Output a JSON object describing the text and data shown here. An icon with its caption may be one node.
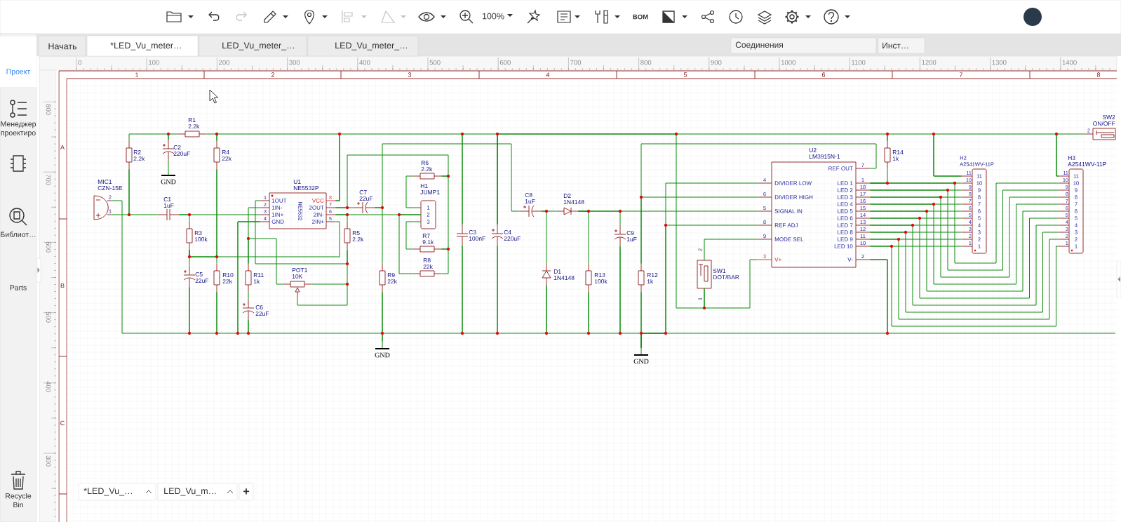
{
  "diagram": {
    "nodes": [
      {
        "text": [
          "MIC1",
          "CZN-15E",
          "2",
          "1"
        ]
      },
      {
        "text": [
          "R2",
          "2.2k"
        ]
      },
      {
        "text": [
          "C2",
          "220uF"
        ]
      },
      {
        "text": [
          "GND"
        ]
      },
      {
        "text": [
          "R1",
          "2.2k"
        ]
      },
      {
        "text": [
          "R4",
          "22k"
        ]
      },
      {
        "text": [
          "C1",
          "1uF"
        ]
      },
      {
        "text": [
          "R3",
          "100k"
        ]
      },
      {
        "text": [
          "C5",
          "22uF"
        ]
      },
      {
        "text": [
          "R10",
          "22k"
        ]
      },
      {
        "text": [
          "U1",
          "NE5532P",
          "NE5532",
          "1",
          "2",
          "3",
          "4",
          "8",
          "7",
          "6",
          "5",
          "1OUT",
          "1IN-",
          "1IN+",
          "GND",
          "VCC",
          "2OUT",
          "2IN-",
          "2IN+"
        ]
      },
      {
        "text": [
          "R11",
          "1k"
        ]
      },
      {
        "text": [
          "C6",
          "22uF"
        ]
      },
      {
        "text": [
          "POT1",
          "10K"
        ]
      },
      {
        "text": [
          "R5",
          "2.2k"
        ]
      },
      {
        "text": [
          "C7",
          "22uF"
        ]
      },
      {
        "text": [
          "R9",
          "22k"
        ]
      },
      {
        "text": [
          "GND"
        ]
      },
      {
        "text": [
          "R6",
          "2.2k"
        ]
      },
      {
        "text": [
          "H1",
          "JUMP1",
          "1",
          "2",
          "3"
        ]
      },
      {
        "text": [
          "R7",
          "9.1k"
        ]
      },
      {
        "text": [
          "R8",
          "22k"
        ]
      },
      {
        "text": [
          "C3",
          "100nF"
        ]
      },
      {
        "text": [
          "C4",
          "220uF"
        ]
      },
      {
        "text": [
          "C8",
          "1uF"
        ]
      },
      {
        "text": [
          "D2",
          "1N4148"
        ]
      },
      {
        "text": [
          "D1",
          "1N4148"
        ]
      },
      {
        "text": [
          "R13",
          "100k"
        ]
      },
      {
        "text": [
          "C9",
          "1uF"
        ]
      },
      {
        "text": [
          "R12",
          "1k"
        ]
      },
      {
        "text": [
          "GND"
        ]
      },
      {
        "text": [
          "SW1",
          "DOT/BAR",
          "2",
          "1"
        ]
      },
      {
        "text": [
          "U2",
          "LM3915N-1",
          "REF OUT",
          "DIVIDER LOW",
          "DIVIDER HIGH",
          "SIGNAL IN",
          "REF ADJ",
          "MODE SEL",
          "LED 1",
          "LED 2",
          "LED 3",
          "LED 4",
          "LED 5",
          "LED 6",
          "LED 7",
          "LED 8",
          "LED 9",
          "LED 10",
          "V+",
          "V-",
          "7",
          "1",
          "18",
          "17",
          "16",
          "15",
          "14",
          "13",
          "12",
          "11",
          "10",
          "2",
          "4",
          "6",
          "5",
          "8",
          "9",
          "3"
        ]
      },
      {
        "text": [
          "R14",
          "1k"
        ]
      },
      {
        "text": [
          "H2",
          "A2541WV-11P",
          "11",
          "10",
          "9",
          "8",
          "7",
          "6",
          "5",
          "4",
          "3",
          "2",
          "1",
          "11",
          "10",
          "9",
          "8",
          "7",
          "6",
          "5",
          "4",
          "3",
          "2",
          "1"
        ]
      },
      {
        "text": [
          "H3",
          "A2541WV-11P",
          "11",
          "10",
          "9",
          "8",
          "7",
          "6",
          "5",
          "4",
          "3",
          "2",
          "1",
          "11",
          "10",
          "9",
          "8",
          "7",
          "6",
          "5",
          "4",
          "3",
          "2",
          "1"
        ]
      },
      {
        "text": [
          "SW2",
          "ON/OFF",
          "2"
        ]
      }
    ],
    "edges": [
      {
        "from": 0,
        "to": 1,
        "arrow": "none"
      },
      {
        "from": 1,
        "to": 6,
        "arrow": "none"
      },
      {
        "from": 0,
        "to": 8,
        "arrow": "none"
      },
      {
        "from": 1,
        "to": 2,
        "arrow": "none"
      },
      {
        "from": 2,
        "to": 3,
        "arrow": "none"
      },
      {
        "from": 2,
        "to": 4,
        "arrow": "none"
      },
      {
        "from": 4,
        "to": 5,
        "arrow": "none"
      },
      {
        "from": 5,
        "to": 10,
        "arrow": "none"
      },
      {
        "from": 6,
        "to": 7,
        "arrow": "none"
      },
      {
        "from": 6,
        "to": 10,
        "arrow": "none"
      },
      {
        "from": 7,
        "to": 8,
        "arrow": "none"
      },
      {
        "from": 7,
        "to": 5,
        "arrow": "none"
      },
      {
        "from": 5,
        "to": 9,
        "arrow": "none"
      },
      {
        "from": 7,
        "to": 10,
        "arrow": "none"
      },
      {
        "from": 8,
        "to": 9,
        "arrow": "none"
      },
      {
        "from": 9,
        "to": 10,
        "arrow": "none"
      },
      {
        "from": 10,
        "to": 12,
        "arrow": "none"
      },
      {
        "from": 10,
        "to": 11,
        "arrow": "none"
      },
      {
        "from": 11,
        "to": 12,
        "arrow": "none"
      },
      {
        "from": 11,
        "to": 13,
        "arrow": "none"
      },
      {
        "from": 10,
        "to": 14,
        "arrow": "none"
      },
      {
        "from": 14,
        "to": 13,
        "arrow": "none"
      },
      {
        "from": 10,
        "to": 15,
        "arrow": "none"
      },
      {
        "from": 10,
        "to": 14,
        "arrow": "none"
      },
      {
        "from": 10,
        "to": 18,
        "arrow": "none"
      },
      {
        "from": 10,
        "to": 19,
        "arrow": "none"
      },
      {
        "from": 19,
        "to": 18,
        "arrow": "none"
      },
      {
        "from": 19,
        "to": 20,
        "arrow": "none"
      },
      {
        "from": 19,
        "to": 21,
        "arrow": "none"
      },
      {
        "from": 18,
        "to": 20,
        "arrow": "none"
      },
      {
        "from": 20,
        "to": 21,
        "arrow": "none"
      },
      {
        "from": 15,
        "to": 16,
        "arrow": "none"
      },
      {
        "from": 15,
        "to": 24,
        "arrow": "none"
      },
      {
        "from": 16,
        "to": 17,
        "arrow": "none"
      },
      {
        "from": 12,
        "to": 16,
        "arrow": "none"
      },
      {
        "from": 17,
        "to": 22,
        "arrow": "none"
      },
      {
        "from": 10,
        "to": 22,
        "arrow": "none"
      },
      {
        "from": 22,
        "to": 23,
        "arrow": "none"
      },
      {
        "from": 22,
        "to": 23,
        "arrow": "none"
      },
      {
        "from": 24,
        "to": 25,
        "arrow": "none"
      },
      {
        "from": 24,
        "to": 26,
        "arrow": "none"
      },
      {
        "from": 23,
        "to": 26,
        "arrow": "none"
      },
      {
        "from": 25,
        "to": 27,
        "arrow": "none"
      },
      {
        "from": 25,
        "to": 28,
        "arrow": "none"
      },
      {
        "from": 25,
        "to": 32,
        "arrow": "none"
      },
      {
        "from": 26,
        "to": 27,
        "arrow": "none"
      },
      {
        "from": 27,
        "to": 28,
        "arrow": "none"
      },
      {
        "from": 28,
        "to": 29,
        "arrow": "none"
      },
      {
        "from": 29,
        "to": 30,
        "arrow": "none"
      },
      {
        "from": 29,
        "to": 32,
        "arrow": "none"
      },
      {
        "from": 32,
        "to": 29,
        "arrow": "none"
      },
      {
        "from": 30,
        "to": 32,
        "arrow": "none"
      },
      {
        "from": 30,
        "to": 32,
        "arrow": "none"
      },
      {
        "from": 30,
        "to": 32,
        "arrow": "none"
      },
      {
        "from": 32,
        "to": null,
        "arrow": "none"
      },
      {
        "from": 31,
        "to": 32,
        "arrow": "none"
      },
      {
        "from": 31,
        "to": 32,
        "arrow": "none"
      },
      {
        "from": 31,
        "to": 23,
        "arrow": "none"
      },
      {
        "from": 23,
        "to": 33,
        "arrow": "none"
      },
      {
        "from": 33,
        "to": 32,
        "arrow": "none"
      },
      {
        "from": 33,
        "to": 34,
        "arrow": "none"
      },
      {
        "from": 34,
        "to": 35,
        "arrow": "none"
      },
      {
        "from": 35,
        "to": 36,
        "arrow": "none"
      },
      {
        "from": 32,
        "to": 34,
        "arrow": "none"
      },
      {
        "from": 32,
        "to": 34,
        "arrow": "none"
      },
      {
        "from": 32,
        "to": 34,
        "arrow": "none"
      },
      {
        "from": 32,
        "to": 34,
        "arrow": "none"
      },
      {
        "from": 32,
        "to": 34,
        "arrow": "none"
      },
      {
        "from": 32,
        "to": 34,
        "arrow": "none"
      },
      {
        "from": 32,
        "to": 34,
        "arrow": "none"
      },
      {
        "from": 32,
        "to": 34,
        "arrow": "none"
      },
      {
        "from": 32,
        "to": 34,
        "arrow": "none"
      },
      {
        "from": 32,
        "to": 34,
        "arrow": "none"
      },
      {
        "from": 32,
        "to": 35,
        "arrow": "none"
      },
      {
        "from": 32,
        "to": 35,
        "arrow": "none"
      },
      {
        "from": 32,
        "to": 35,
        "arrow": "none"
      },
      {
        "from": 32,
        "to": 35,
        "arrow": "none"
      },
      {
        "from": 32,
        "to": 35,
        "arrow": "none"
      },
      {
        "from": 32,
        "to": 35,
        "arrow": "none"
      },
      {
        "from": 32,
        "to": 35,
        "arrow": "none"
      },
      {
        "from": 32,
        "to": 35,
        "arrow": "none"
      },
      {
        "from": 32,
        "to": 35,
        "arrow": "none"
      },
      {
        "from": 32,
        "to": 35,
        "arrow": "none"
      }
    ],
    "labels": [
      "100%",
      "BOM",
      "Начать",
      "*LED_Vu_meter…",
      "LED_Vu_meter_…",
      "LED_Vu_meter_…",
      "Соединения",
      "Инст…",
      "Проект",
      "0",
      "100",
      "200",
      "300",
      "400",
      "500",
      "600",
      "700",
      "800",
      "900",
      "1000",
      "1100",
      "1200",
      "1300",
      "1400",
      "1",
      "2",
      "3",
      "4",
      "5",
      "6",
      "7",
      "8",
      "Менеджер проектиро",
      "800",
      "A",
      "700",
      "Библиот…",
      "600",
      "Parts",
      "B",
      "500",
      "400",
      "C",
      "300",
      "*LED_Vu_…",
      "LED_Vu_m…",
      "+",
      "Recycle Bin"
    ]
  }
}
